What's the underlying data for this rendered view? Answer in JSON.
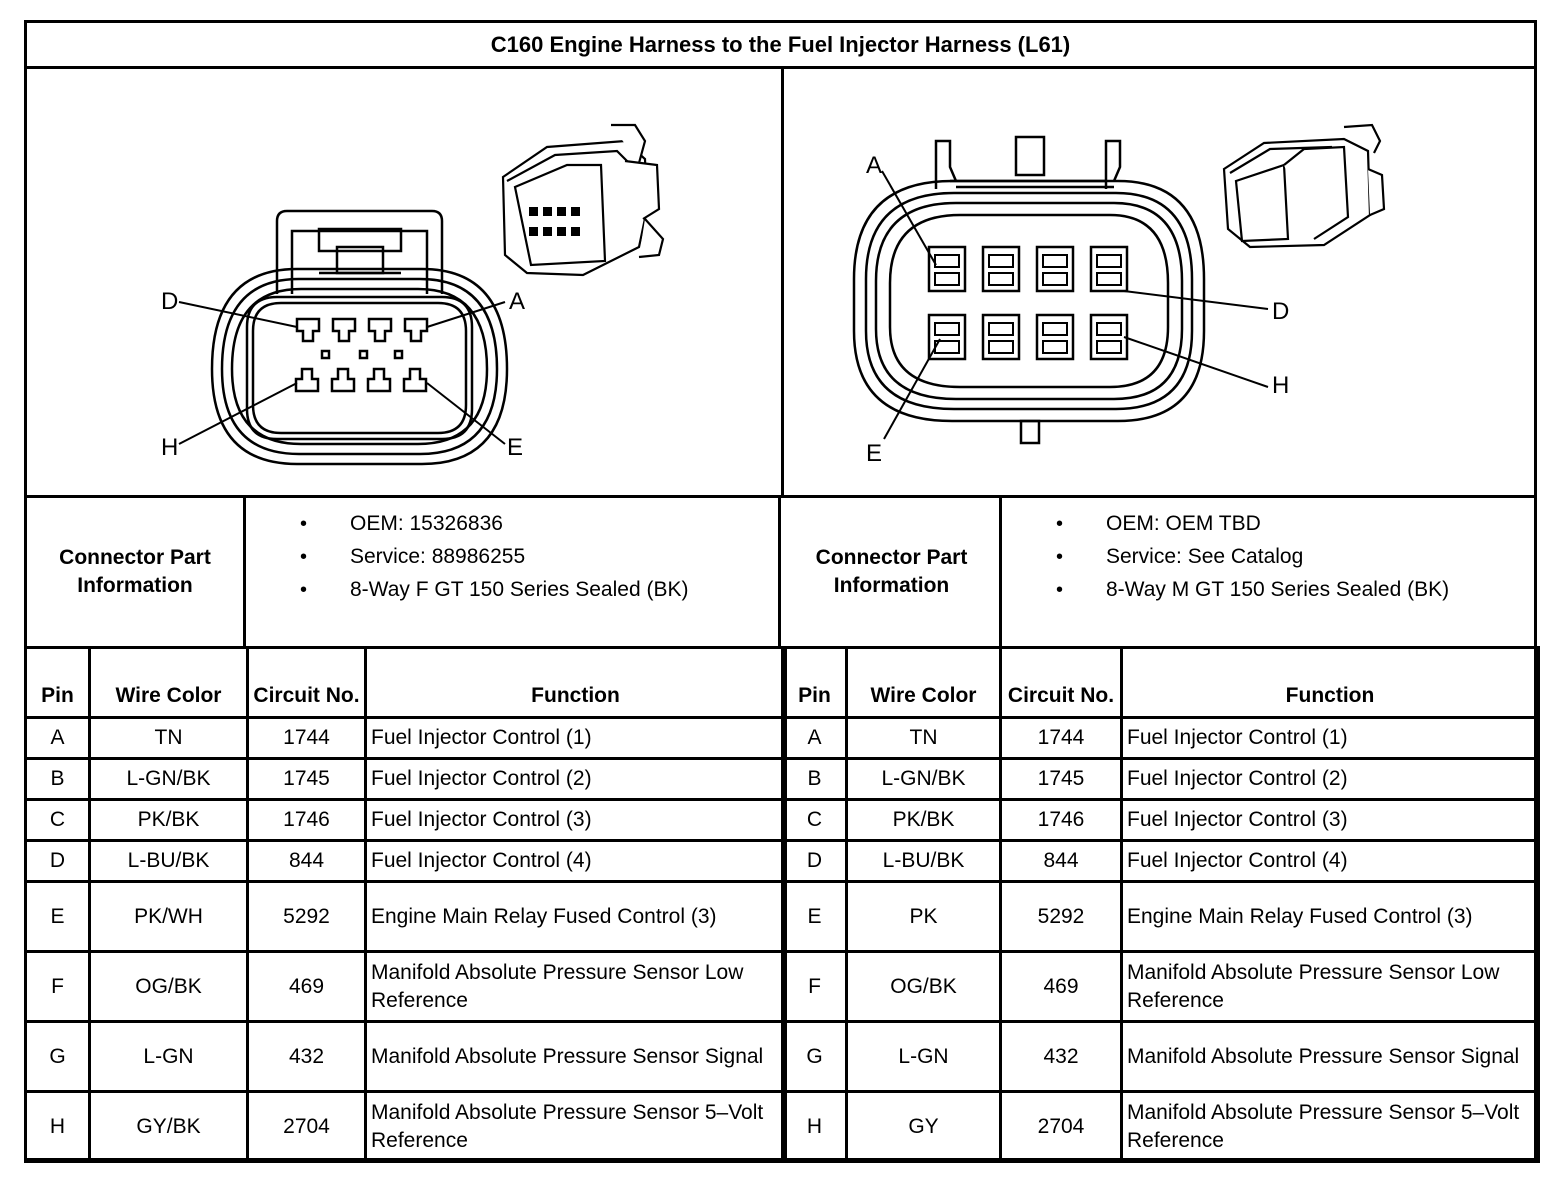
{
  "title": "C160 Engine Harness to the Fuel Injector Harness (L61)",
  "left": {
    "diagram_labels": {
      "a": "A",
      "d": "D",
      "e": "E",
      "h": "H"
    },
    "info_label": "Connector Part Information",
    "info_items": [
      "OEM: 15326836",
      "Service: 88986255",
      "8-Way F GT 150 Series Sealed (BK)"
    ],
    "headers": {
      "pin": "Pin",
      "wire": "Wire Color",
      "circuit": "Circuit No.",
      "function": "Function"
    },
    "rows": [
      {
        "pin": "A",
        "wire": "TN",
        "circuit": "1744",
        "function": "Fuel Injector Control (1)"
      },
      {
        "pin": "B",
        "wire": "L-GN/BK",
        "circuit": "1745",
        "function": "Fuel Injector Control (2)"
      },
      {
        "pin": "C",
        "wire": "PK/BK",
        "circuit": "1746",
        "function": "Fuel Injector Control (3)"
      },
      {
        "pin": "D",
        "wire": "L-BU/BK",
        "circuit": "844",
        "function": "Fuel Injector Control (4)"
      },
      {
        "pin": "E",
        "wire": "PK/WH",
        "circuit": "5292",
        "function": "Engine Main Relay Fused Control (3)"
      },
      {
        "pin": "F",
        "wire": "OG/BK",
        "circuit": "469",
        "function": "Manifold Absolute Pressure Sensor Low Reference"
      },
      {
        "pin": "G",
        "wire": "L-GN",
        "circuit": "432",
        "function": "Manifold Absolute Pressure Sensor Signal"
      },
      {
        "pin": "H",
        "wire": "GY/BK",
        "circuit": "2704",
        "function": "Manifold Absolute Pressure Sensor 5–Volt Reference"
      }
    ]
  },
  "right": {
    "diagram_labels": {
      "a": "A",
      "d": "D",
      "e": "E",
      "h": "H"
    },
    "info_label": "Connector Part Information",
    "info_items": [
      "OEM: OEM TBD",
      "Service: See Catalog",
      "8-Way M GT 150 Series Sealed (BK)"
    ],
    "headers": {
      "pin": "Pin",
      "wire": "Wire Color",
      "circuit": "Circuit No.",
      "function": "Function"
    },
    "rows": [
      {
        "pin": "A",
        "wire": "TN",
        "circuit": "1744",
        "function": "Fuel Injector Control (1)"
      },
      {
        "pin": "B",
        "wire": "L-GN/BK",
        "circuit": "1745",
        "function": "Fuel Injector Control (2)"
      },
      {
        "pin": "C",
        "wire": "PK/BK",
        "circuit": "1746",
        "function": "Fuel Injector Control (3)"
      },
      {
        "pin": "D",
        "wire": "L-BU/BK",
        "circuit": "844",
        "function": "Fuel Injector Control (4)"
      },
      {
        "pin": "E",
        "wire": "PK",
        "circuit": "5292",
        "function": "Engine Main Relay Fused Control (3)"
      },
      {
        "pin": "F",
        "wire": "OG/BK",
        "circuit": "469",
        "function": "Manifold Absolute Pressure Sensor Low Reference"
      },
      {
        "pin": "G",
        "wire": "L-GN",
        "circuit": "432",
        "function": "Manifold Absolute Pressure Sensor Signal"
      },
      {
        "pin": "H",
        "wire": "GY",
        "circuit": "2704",
        "function": "Manifold Absolute Pressure Sensor 5–Volt Reference"
      }
    ]
  }
}
